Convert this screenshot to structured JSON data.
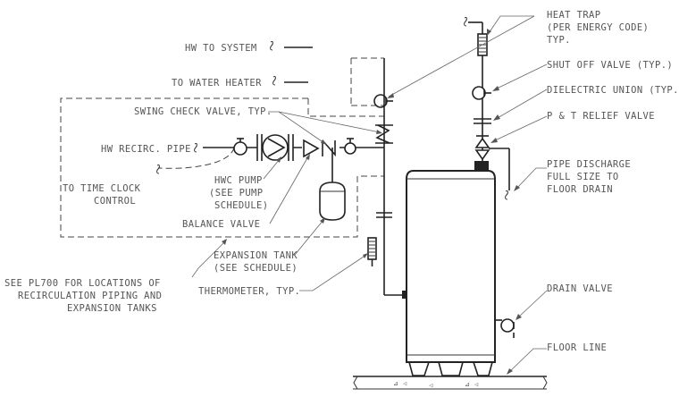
{
  "labels": {
    "hw_to_system": "HW TO SYSTEM",
    "to_water_heater": "TO WATER HEATER",
    "swing_check_valve": "SWING CHECK VALVE, TYP.",
    "hw_recirc_pipe": "HW RECIRC. PIPE",
    "to_time_clock_1": "TO TIME CLOCK",
    "to_time_clock_2": "CONTROL",
    "hwc_pump_1": "HWC PUMP",
    "hwc_pump_2": "(SEE PUMP",
    "hwc_pump_3": "SCHEDULE)",
    "balance_valve": "BALANCE VALVE",
    "expansion_tank_1": "EXPANSION TANK",
    "expansion_tank_2": "(SEE SCHEDULE)",
    "thermometer": "THERMOMETER, TYP.",
    "see_pl700_1": "SEE PL700 FOR LOCATIONS OF",
    "see_pl700_2": "RECIRCULATION PIPING AND",
    "see_pl700_3": "EXPANSION TANKS",
    "heat_trap_1": "HEAT TRAP",
    "heat_trap_2": "(PER ENERGY CODE)",
    "heat_trap_3": "TYP.",
    "shut_off_valve": "SHUT OFF VALVE (TYP.)",
    "dielectric_union": "DIELECTRIC UNION (TYP.)",
    "pt_relief_valve": "P & T RELIEF VALVE",
    "pipe_discharge_1": "PIPE DISCHARGE",
    "pipe_discharge_2": "FULL SIZE TO",
    "pipe_discharge_3": "FLOOR DRAIN",
    "drain_valve": "DRAIN VALVE",
    "floor_line": "FLOOR LINE"
  },
  "colors": {
    "line": "#222222",
    "text": "#555555",
    "background": "#ffffff"
  }
}
